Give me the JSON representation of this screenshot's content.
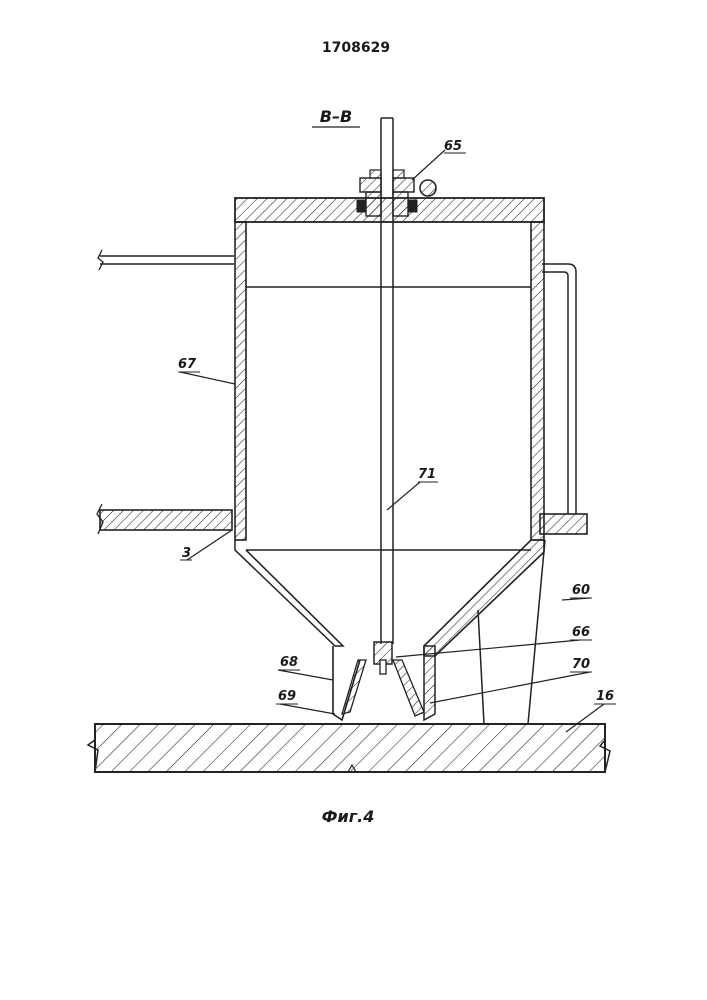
{
  "patent_number": "1708629",
  "section_label": "В–В",
  "figure_caption": "Фиг.4",
  "labels": {
    "l65": "65",
    "l67": "67",
    "l71": "71",
    "l3": "3",
    "l60": "60",
    "l66": "66",
    "l68": "68",
    "l70": "70",
    "l69": "69",
    "l16": "16"
  }
}
